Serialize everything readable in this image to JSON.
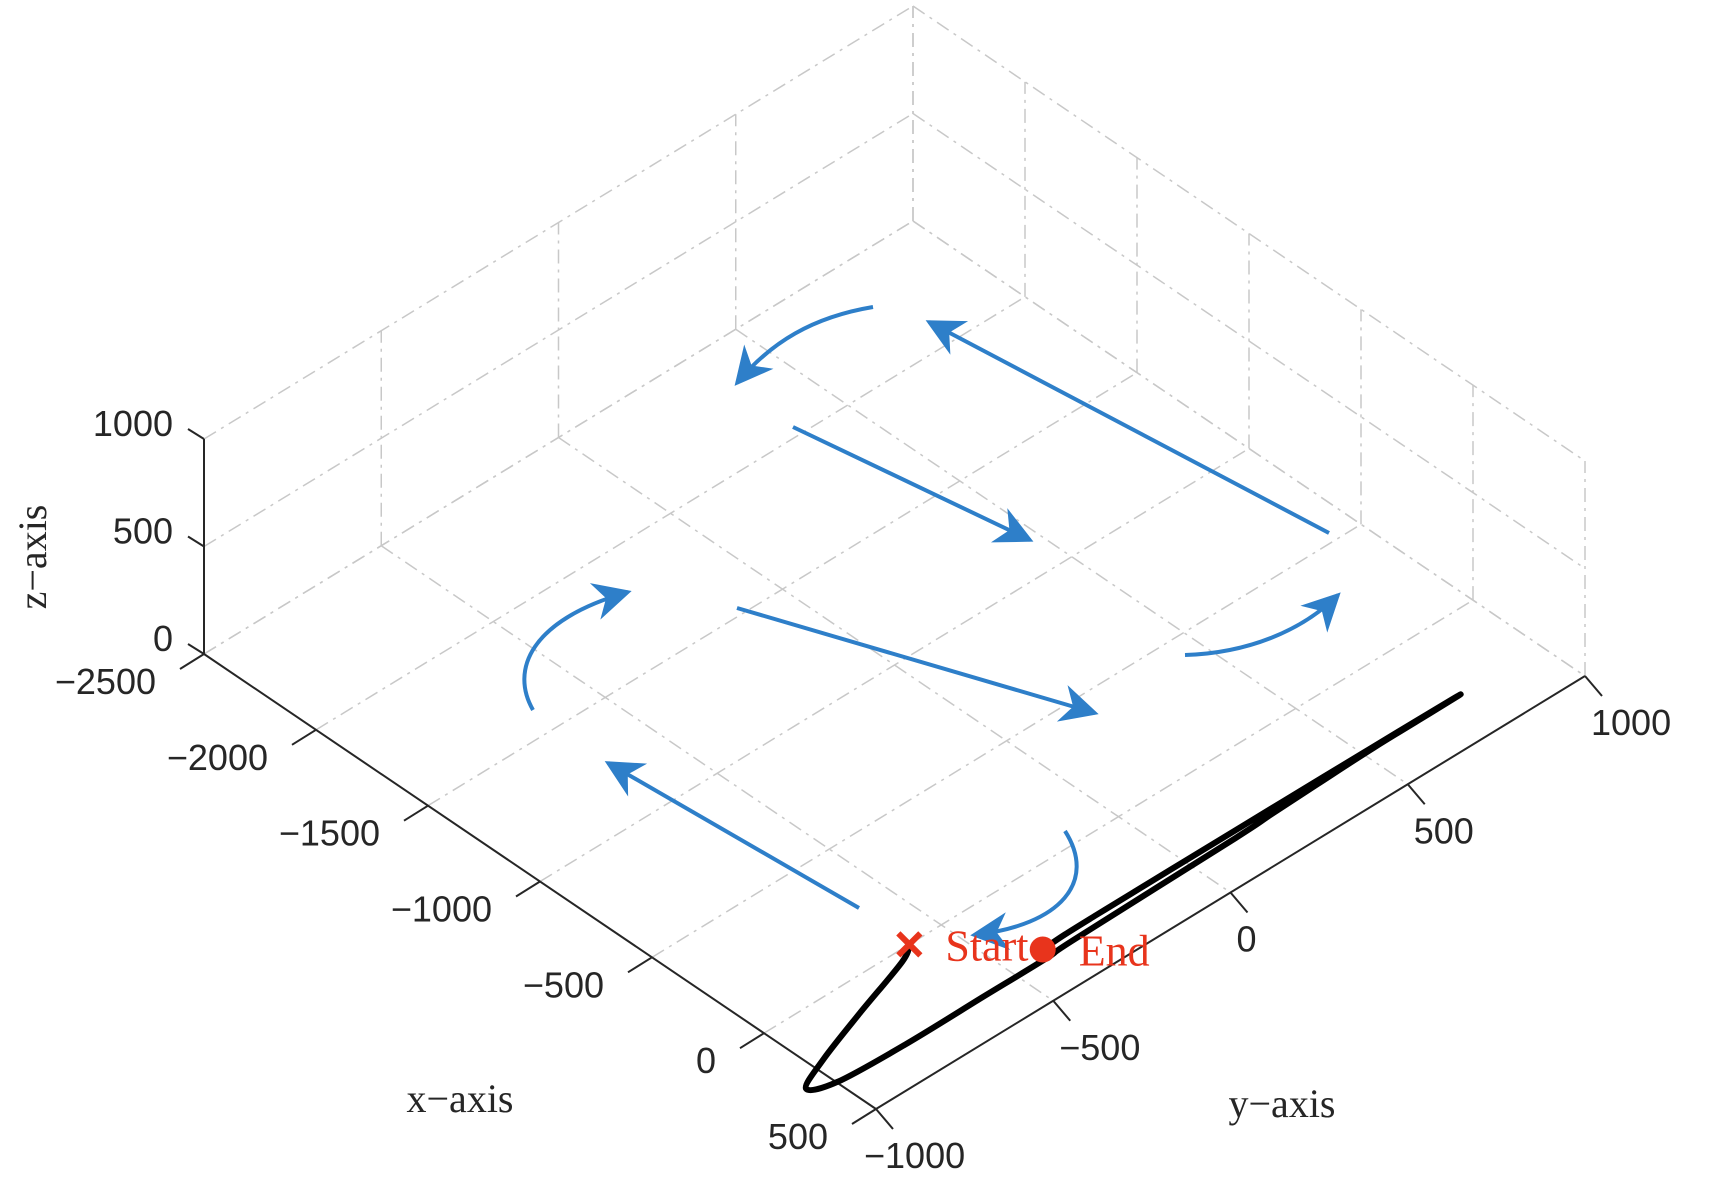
{
  "chart_data": {
    "type": "line",
    "projection": "3d",
    "xlabel": "x−axis",
    "ylabel": "y−axis",
    "zlabel": "z−axis",
    "xlim": [
      -2500,
      500
    ],
    "ylim": [
      -1000,
      1000
    ],
    "zlim": [
      0,
      1000
    ],
    "xticks": [
      -2500,
      -2000,
      -1500,
      -1000,
      -500,
      0,
      500
    ],
    "yticks": [
      -1000,
      -500,
      0,
      500,
      1000
    ],
    "zticks": [
      0,
      500,
      1000
    ],
    "xtick_labels": [
      "−2500",
      "−2000",
      "−1500",
      "−1000",
      "−500",
      "0",
      "500"
    ],
    "ytick_labels": [
      "−1000",
      "−500",
      "0",
      "500",
      "1000"
    ],
    "ztick_labels": [
      "0",
      "500",
      "1000"
    ],
    "grid": true,
    "colors": {
      "path": "#000000",
      "arrow": "#2e7fc9",
      "marker": "#e8341c",
      "grid": "#c8c8c8",
      "axis": "#262626"
    },
    "series": [
      {
        "x": [
          0,
          0,
          -0.3,
          -1.1,
          -2.2,
          -3.4,
          -4.3,
          -4.7,
          -4.5,
          -3.5,
          1.3,
          2.1,
          2.9,
          3.2,
          3.1,
          2.4,
          1.2,
          -0.2,
          -1.5,
          -2.5,
          -3.4,
          -4.0,
          -4.3,
          -4.2,
          -3.1,
          2.0
        ],
        "y": [
          -590,
          -610,
          -730,
          -830,
          -880,
          -790,
          -600,
          -380,
          -200,
          -120,
          330,
          430,
          560,
          720,
          880,
          960,
          940,
          840,
          690,
          520,
          350,
          190,
          40,
          -60,
          -150,
          -215
        ],
        "z": [
          0,
          -60,
          -180,
          -290,
          -380,
          -440,
          -460,
          -460,
          -460,
          -450,
          -430,
          -420,
          -410,
          -400,
          -400,
          -400,
          -400,
          -400,
          -400,
          -400,
          -400,
          -400,
          -400,
          -400,
          -400,
          -400
        ]
      }
    ],
    "annotations": [
      {
        "label": "Start",
        "marker": "x",
        "x": 0,
        "y": -590,
        "z": 0
      },
      {
        "label": "End",
        "marker": "o",
        "x": 2.0,
        "y": -215,
        "z": -400
      }
    ]
  }
}
